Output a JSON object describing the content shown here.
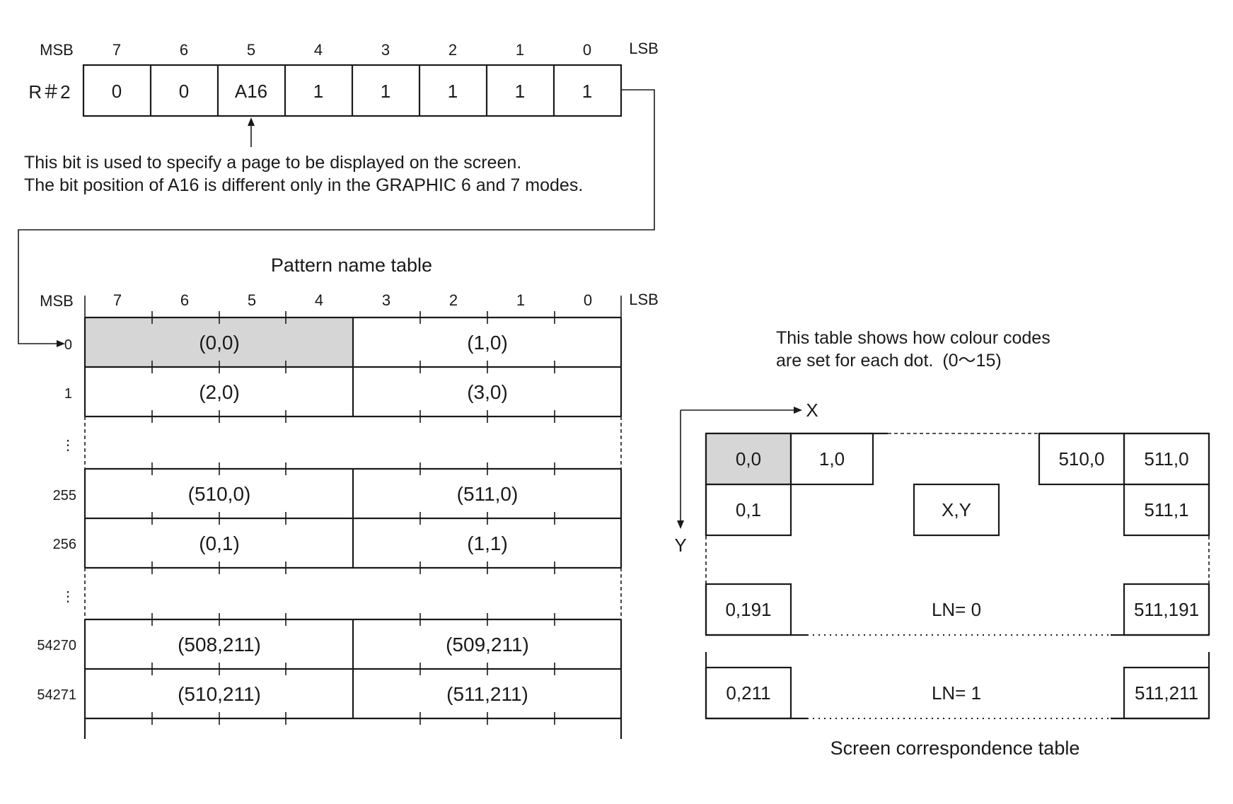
{
  "register": {
    "name": "R＃2",
    "msb": "MSB",
    "lsb": "LSB",
    "bit_numbers": [
      "7",
      "6",
      "5",
      "4",
      "3",
      "2",
      "1",
      "0"
    ],
    "bits": [
      "0",
      "0",
      "A16",
      "1",
      "1",
      "1",
      "1",
      "1"
    ],
    "note_line1": "This bit is used to specify a page to be displayed on the screen.",
    "note_line2": "The bit position of A16 is different only in the GRAPHIC 6 and 7 modes."
  },
  "pattern_table": {
    "title": "Pattern name table",
    "msb": "MSB",
    "lsb": "LSB",
    "bit_numbers": [
      "7",
      "6",
      "5",
      "4",
      "3",
      "2",
      "1",
      "0"
    ],
    "ellipsis": "⋮",
    "rows": [
      {
        "addr": "0",
        "left": "(0,0)",
        "right": "(1,0)"
      },
      {
        "addr": "1",
        "left": "(2,0)",
        "right": "(3,0)"
      },
      {
        "addr": "255",
        "left": "(510,0)",
        "right": "(511,0)"
      },
      {
        "addr": "256",
        "left": "(0,1)",
        "right": "(1,1)"
      },
      {
        "addr": "54270",
        "left": "(508,211)",
        "right": "(509,211)"
      },
      {
        "addr": "54271",
        "left": "(510,211)",
        "right": "(511,211)"
      }
    ],
    "highlight_color": "#d6d6d6"
  },
  "screen": {
    "caption_line1": "This table shows how colour codes",
    "caption_line2": "are set for each dot.",
    "caption_range": "(0～15)",
    "x_label": "X",
    "y_label": "Y",
    "cells": {
      "c00": "0,0",
      "c10": "1,0",
      "c5100": "510,0",
      "c5110": "511,0",
      "c01": "0,1",
      "cxy": "X,Y",
      "c5111": "511,1",
      "c0191": "0,191",
      "c511191": "511,191",
      "c0211": "0,211",
      "c511211": "511,211"
    },
    "ln0": "LN= 0",
    "ln1": "LN= 1",
    "title": "Screen correspondence table"
  }
}
